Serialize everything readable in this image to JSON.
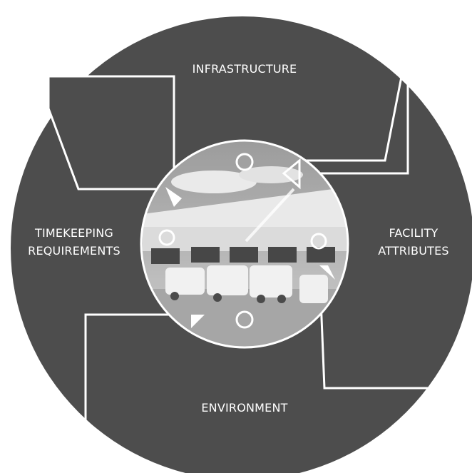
{
  "labels": {
    "top": "INFRASTRUCTURE",
    "left_line1": "TIMEKEEPING",
    "left_line2": "REQUIREMENTS",
    "right_line1": "FACILITY",
    "right_line2": "ATTRIBUTES",
    "bottom": "ENVIRONMENT"
  },
  "colors": {
    "ring": "#4d4d4d",
    "segment_outline": "#ffffff",
    "photo_sky": "#cfcfcf",
    "photo_building": "#e6e6e6",
    "trucks": "#f0f0f0"
  },
  "center_image": "warehouse-loading-docks-with-trucks-photo"
}
